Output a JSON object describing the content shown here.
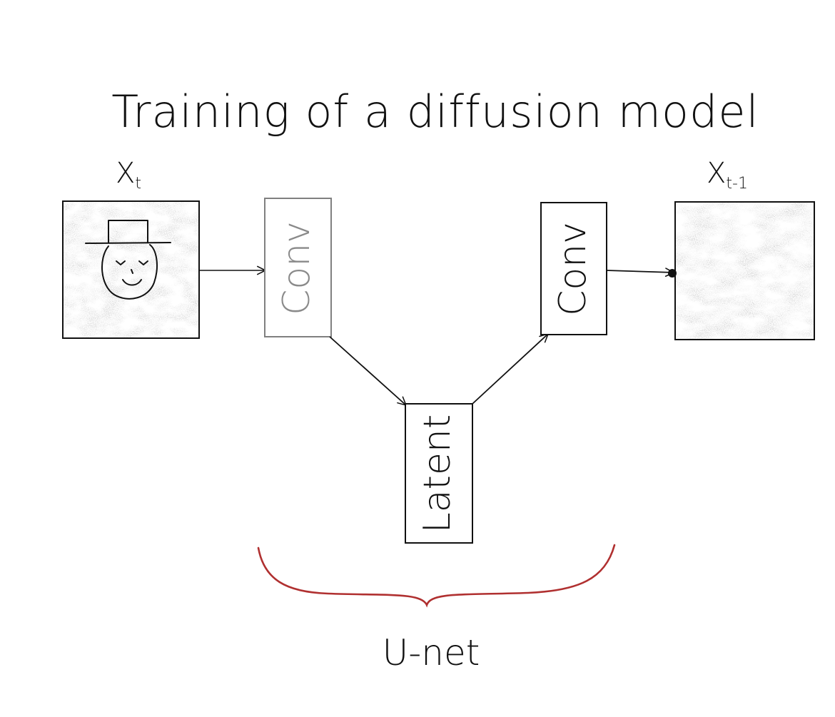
{
  "title": "Training of a diffusion model",
  "input_image": {
    "label_main": "X",
    "label_sub": "t"
  },
  "output_image": {
    "label_main": "X",
    "label_sub": "t-1"
  },
  "blocks": {
    "conv_in": "Conv",
    "latent": "Latent",
    "conv_out": "Conv"
  },
  "brace_label": "U-net",
  "colors": {
    "ink": "#111111",
    "conv_in_border": "#808080",
    "conv_in_text": "#8a8a8a",
    "brace": "#b03030",
    "noise": "#6e6e6e"
  },
  "icons": {
    "face": "sketched-face-with-top-hat-icon"
  }
}
